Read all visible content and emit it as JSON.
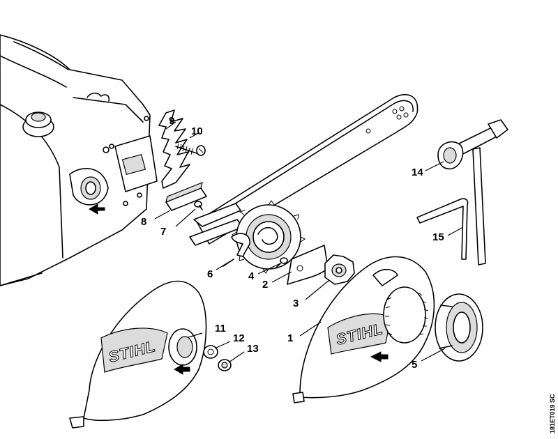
{
  "callouts": [
    {
      "label": "1"
    },
    {
      "label": "2"
    },
    {
      "label": "3"
    },
    {
      "label": "4"
    },
    {
      "label": "5"
    },
    {
      "label": "6"
    },
    {
      "label": "7"
    },
    {
      "label": "8"
    },
    {
      "label": "9"
    },
    {
      "label": "10"
    },
    {
      "label": "11"
    },
    {
      "label": "12"
    },
    {
      "label": "13"
    },
    {
      "label": "14"
    },
    {
      "label": "15"
    }
  ],
  "branding": {
    "cover_logo": "STIHL",
    "sprocket_cover_logo": "STIHL"
  },
  "drawing_ref": "181ET019 SC"
}
